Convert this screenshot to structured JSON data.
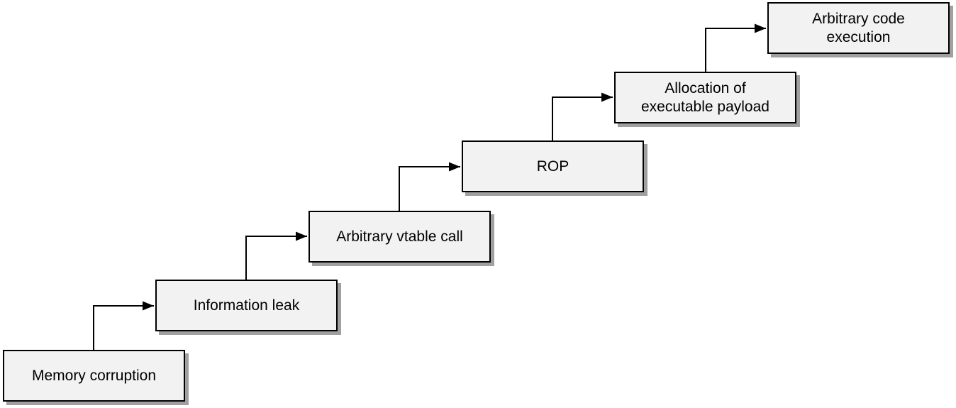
{
  "diagram": {
    "type": "flow-staircase",
    "description": "Exploit chain stair-step flow diagram, bottom-left to top-right",
    "nodes": [
      {
        "id": "memory-corruption",
        "label": "Memory corruption"
      },
      {
        "id": "information-leak",
        "label": "Information leak"
      },
      {
        "id": "arbitrary-vtable-call",
        "label": "Arbitrary vtable call"
      },
      {
        "id": "rop",
        "label": "ROP"
      },
      {
        "id": "allocation-of-executable-payload",
        "label": [
          "Allocation of",
          "executable payload"
        ]
      },
      {
        "id": "arbitrary-code-execution",
        "label": [
          "Arbitrary code",
          "execution"
        ]
      }
    ],
    "edges": [
      {
        "from": "Memory corruption",
        "to": "Information leak"
      },
      {
        "from": "Information leak",
        "to": "Arbitrary vtable call"
      },
      {
        "from": "Arbitrary vtable call",
        "to": "ROP"
      },
      {
        "from": "ROP",
        "to": "Allocation of executable payload"
      },
      {
        "from": "Allocation of executable payload",
        "to": "Arbitrary code execution"
      }
    ],
    "colors": {
      "page_bg": "#ffffff",
      "node_fill": "#f2f2f2",
      "node_border": "#000000",
      "shadow": "#a0a0a0",
      "connector": "#000000",
      "text": "#000000"
    }
  }
}
